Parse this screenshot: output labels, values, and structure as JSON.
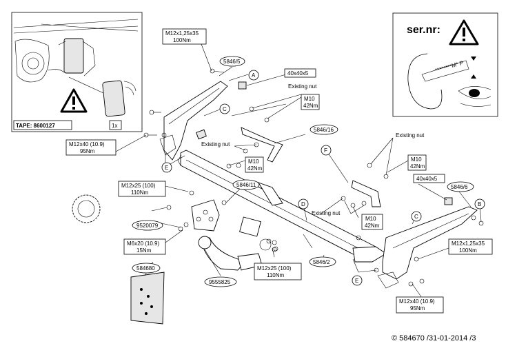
{
  "tape_label": "TAPE: 8600127",
  "qty_label": "1x",
  "sernr_label": "ser.nr:",
  "serial_mark": "********M* P",
  "copyright": "© 584670 /31-01-2014 /3",
  "specs": {
    "bolt_top_left": {
      "size": "M12x1,25x35",
      "torque": "100Nm"
    },
    "bolt_left": {
      "size": "M12x40 (10.9)",
      "torque": "95Nm"
    },
    "bolt_ball": {
      "size": "M12x25 (100)",
      "torque": "110Nm"
    },
    "bolt_m6": {
      "size": "M6x20 (10.9)",
      "torque": "15Nm"
    },
    "bolt_ball_lower": {
      "size": "M12x25 (100)",
      "torque": "110Nm"
    },
    "nut_top": {
      "size": "M10",
      "torque": "42Nm"
    },
    "nut_mid": {
      "size": "M10",
      "torque": "42Nm"
    },
    "nut_right": {
      "size": "M10",
      "torque": "42Nm"
    },
    "nut_lower": {
      "size": "M10",
      "torque": "42Nm"
    },
    "bolt_right": {
      "size": "M12x1,25x35",
      "torque": "100Nm"
    },
    "bolt_bottom_right": {
      "size": "M12x40 (10.9)",
      "torque": "95Nm"
    }
  },
  "labels": {
    "plate_top": "40x40x5",
    "plate_right": "40x40x5",
    "existing_nut_1": "Existing nut",
    "existing_nut_2": "Existing nut",
    "existing_nut_3": "Existing nut",
    "existing_nut_4": "Existing nut"
  },
  "parts": {
    "p5846_5": "5846/5",
    "p5846_16": "5846/16",
    "p5846_11": "5846/11",
    "p5846_6": "5846/6",
    "p5846_2": "5846/2",
    "p9520079": "9520079",
    "p9555825": "9555825",
    "p584680": "584680"
  },
  "callouts": {
    "A": "A",
    "B": "B",
    "C1": "C",
    "C2": "C",
    "D": "D",
    "E1": "E",
    "E2": "E",
    "F": "F"
  }
}
